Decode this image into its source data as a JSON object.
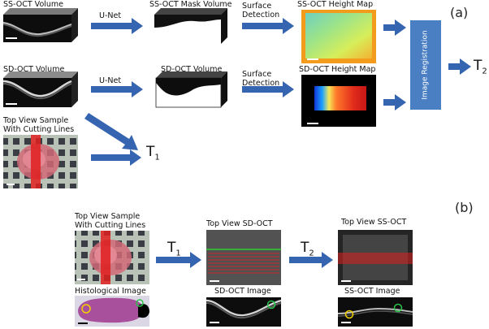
{
  "panel_a": {
    "tag": "(a)",
    "ss_oct_volume": "SS-OCT Volume",
    "unet_1": "U-Net",
    "ss_oct_mask_volume": "SS-OCT Mask Volume",
    "surface_detection_1": "Surface\nDetection",
    "ss_oct_height_map": "SS-OCT Height Map",
    "image_registration": "Image Registration",
    "t2_base": "T",
    "t2_sub": "2",
    "sd_oct_volume_left": "SD-OCT Volume",
    "unet_2": "U-Net",
    "sd_oct_volume_mid": "SD-OCT Volume",
    "surface_detection_2": "Surface\nDetection",
    "sd_oct_height_map": "SD-OCT Height Map",
    "top_view_sample": "Top View Sample\nWith Cutting Lines",
    "t1_base": "T",
    "t1_sub": "1"
  },
  "panel_b": {
    "tag": "(b)",
    "top_view_sample": "Top View Sample\nWith Cutting Lines",
    "t1_base": "T",
    "t1_sub": "1",
    "top_view_sd_oct": "Top View SD-OCT",
    "t2_base": "T",
    "t2_sub": "2",
    "top_view_ss_oct": "Top View SS-OCT",
    "histological_image": "Histological Image",
    "sd_oct_image": "SD-OCT Image",
    "ss_oct_image": "SS-OCT Image"
  },
  "colors": {
    "arrow_blue": "#3565b0",
    "registration_box": "#4a7fc4",
    "cutting_line_red": "#e02020",
    "match_circle_yellow": "#f2d300",
    "match_circle_green": "#29c34a"
  }
}
